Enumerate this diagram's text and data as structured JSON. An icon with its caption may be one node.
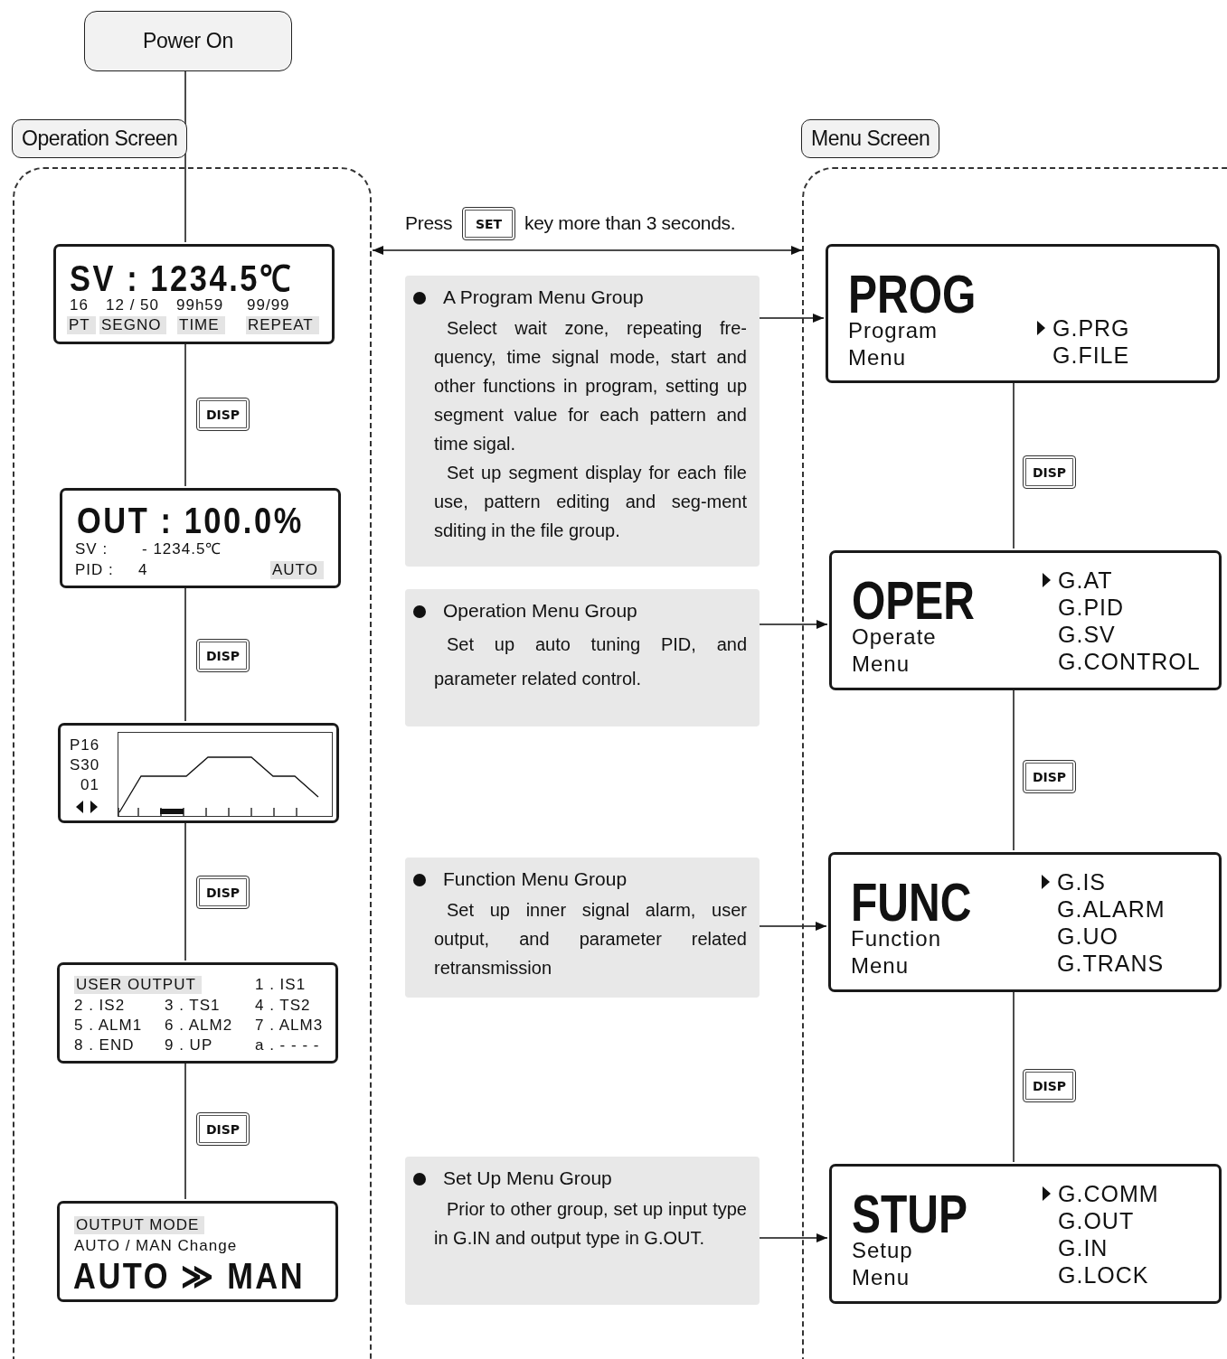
{
  "diagram": {
    "nodes": [
      {
        "text": [
          "Power On"
        ]
      },
      {
        "text": [
          "Operation Screen"
        ]
      },
      {
        "text": [
          "SV : 1234.5℃",
          "16",
          "12 / 50",
          "99h59",
          "99/99",
          "PT",
          "SEGNO",
          "TIME",
          "REPEAT"
        ],
        "in": 1
      },
      {
        "text": [
          "OUT : 100.0%",
          "SV :",
          "- 1234.5℃",
          "PID :",
          "4",
          "AUTO"
        ],
        "in": 1
      },
      {
        "text": [
          "P16",
          "S30",
          "01"
        ],
        "in": 1
      },
      {
        "text": [
          "USER OUTPUT",
          "1 . IS1",
          "2 . IS2",
          "3 . TS1",
          "4 . TS2",
          "5 . ALM1",
          "6 . ALM2",
          "7 . ALM3",
          "8 . END",
          "9 . UP",
          "a . - - - -"
        ],
        "in": 1
      },
      {
        "text": [
          "OUTPUT MODE",
          "AUTO / MAN Change",
          "AUTO ≫ MAN"
        ],
        "in": 1
      },
      {
        "text": [
          "Menu Screen"
        ]
      },
      {
        "text": [
          "PROG",
          "Program Menu",
          "G.PRG",
          "G.FILE"
        ],
        "in": 7
      },
      {
        "text": [
          "OPER",
          "Operate Menu",
          "G.AT",
          "G.PID",
          "G.SV",
          "G.CONTROL"
        ],
        "in": 7
      },
      {
        "text": [
          "FUNC",
          "Function Menu",
          "G.IS",
          "G.ALARM",
          "G.UO",
          "G.TRANS"
        ],
        "in": 7
      },
      {
        "text": [
          "STUP",
          "Setup Menu",
          "G.COMM",
          "G.OUT",
          "G.IN",
          "G.LOCK"
        ],
        "in": 7
      },
      {
        "text": [
          "A Program Menu Group",
          "Select wait zone, repeating fre-quency, time signal mode, start and other functions in program, setting up segment value for each pattern and time sigal.",
          "Set up segment display for each file use, pattern editing and seg-ment sditing in the file group."
        ]
      },
      {
        "text": [
          "Operation Menu Group",
          "Set up auto tuning PID, and parameter related control."
        ]
      },
      {
        "text": [
          "Function Menu Group",
          "Set up inner signal alarm, user output, and parameter related retransmission"
        ]
      },
      {
        "text": [
          "Set Up Menu Group",
          "Prior to other group, set up input type in G.IN and output type in G.OUT."
        ]
      }
    ],
    "edges": [
      {
        "from": 0,
        "to": 2,
        "arrow": "none"
      },
      {
        "from": 2,
        "to": 3,
        "arrow": "none",
        "label": "DISP"
      },
      {
        "from": 3,
        "to": 4,
        "arrow": "none",
        "label": "DISP"
      },
      {
        "from": 4,
        "to": 5,
        "arrow": "none",
        "label": "DISP"
      },
      {
        "from": 5,
        "to": 6,
        "arrow": "none",
        "label": "DISP"
      },
      {
        "from": 1,
        "to": 7,
        "arrow": "both"
      },
      {
        "from": 8,
        "to": 9,
        "arrow": "none",
        "label": "DISP"
      },
      {
        "from": 9,
        "to": 10,
        "arrow": "none",
        "label": "DISP"
      },
      {
        "from": 10,
        "to": 11,
        "arrow": "none",
        "label": "DISP"
      },
      {
        "from": 12,
        "to": 8,
        "arrow": "to"
      },
      {
        "from": 13,
        "to": 9,
        "arrow": "to"
      },
      {
        "from": 14,
        "to": 10,
        "arrow": "to"
      },
      {
        "from": 15,
        "to": 11,
        "arrow": "to"
      }
    ],
    "labels": [
      "Press",
      "SET",
      "key more than 3 seconds."
    ]
  }
}
